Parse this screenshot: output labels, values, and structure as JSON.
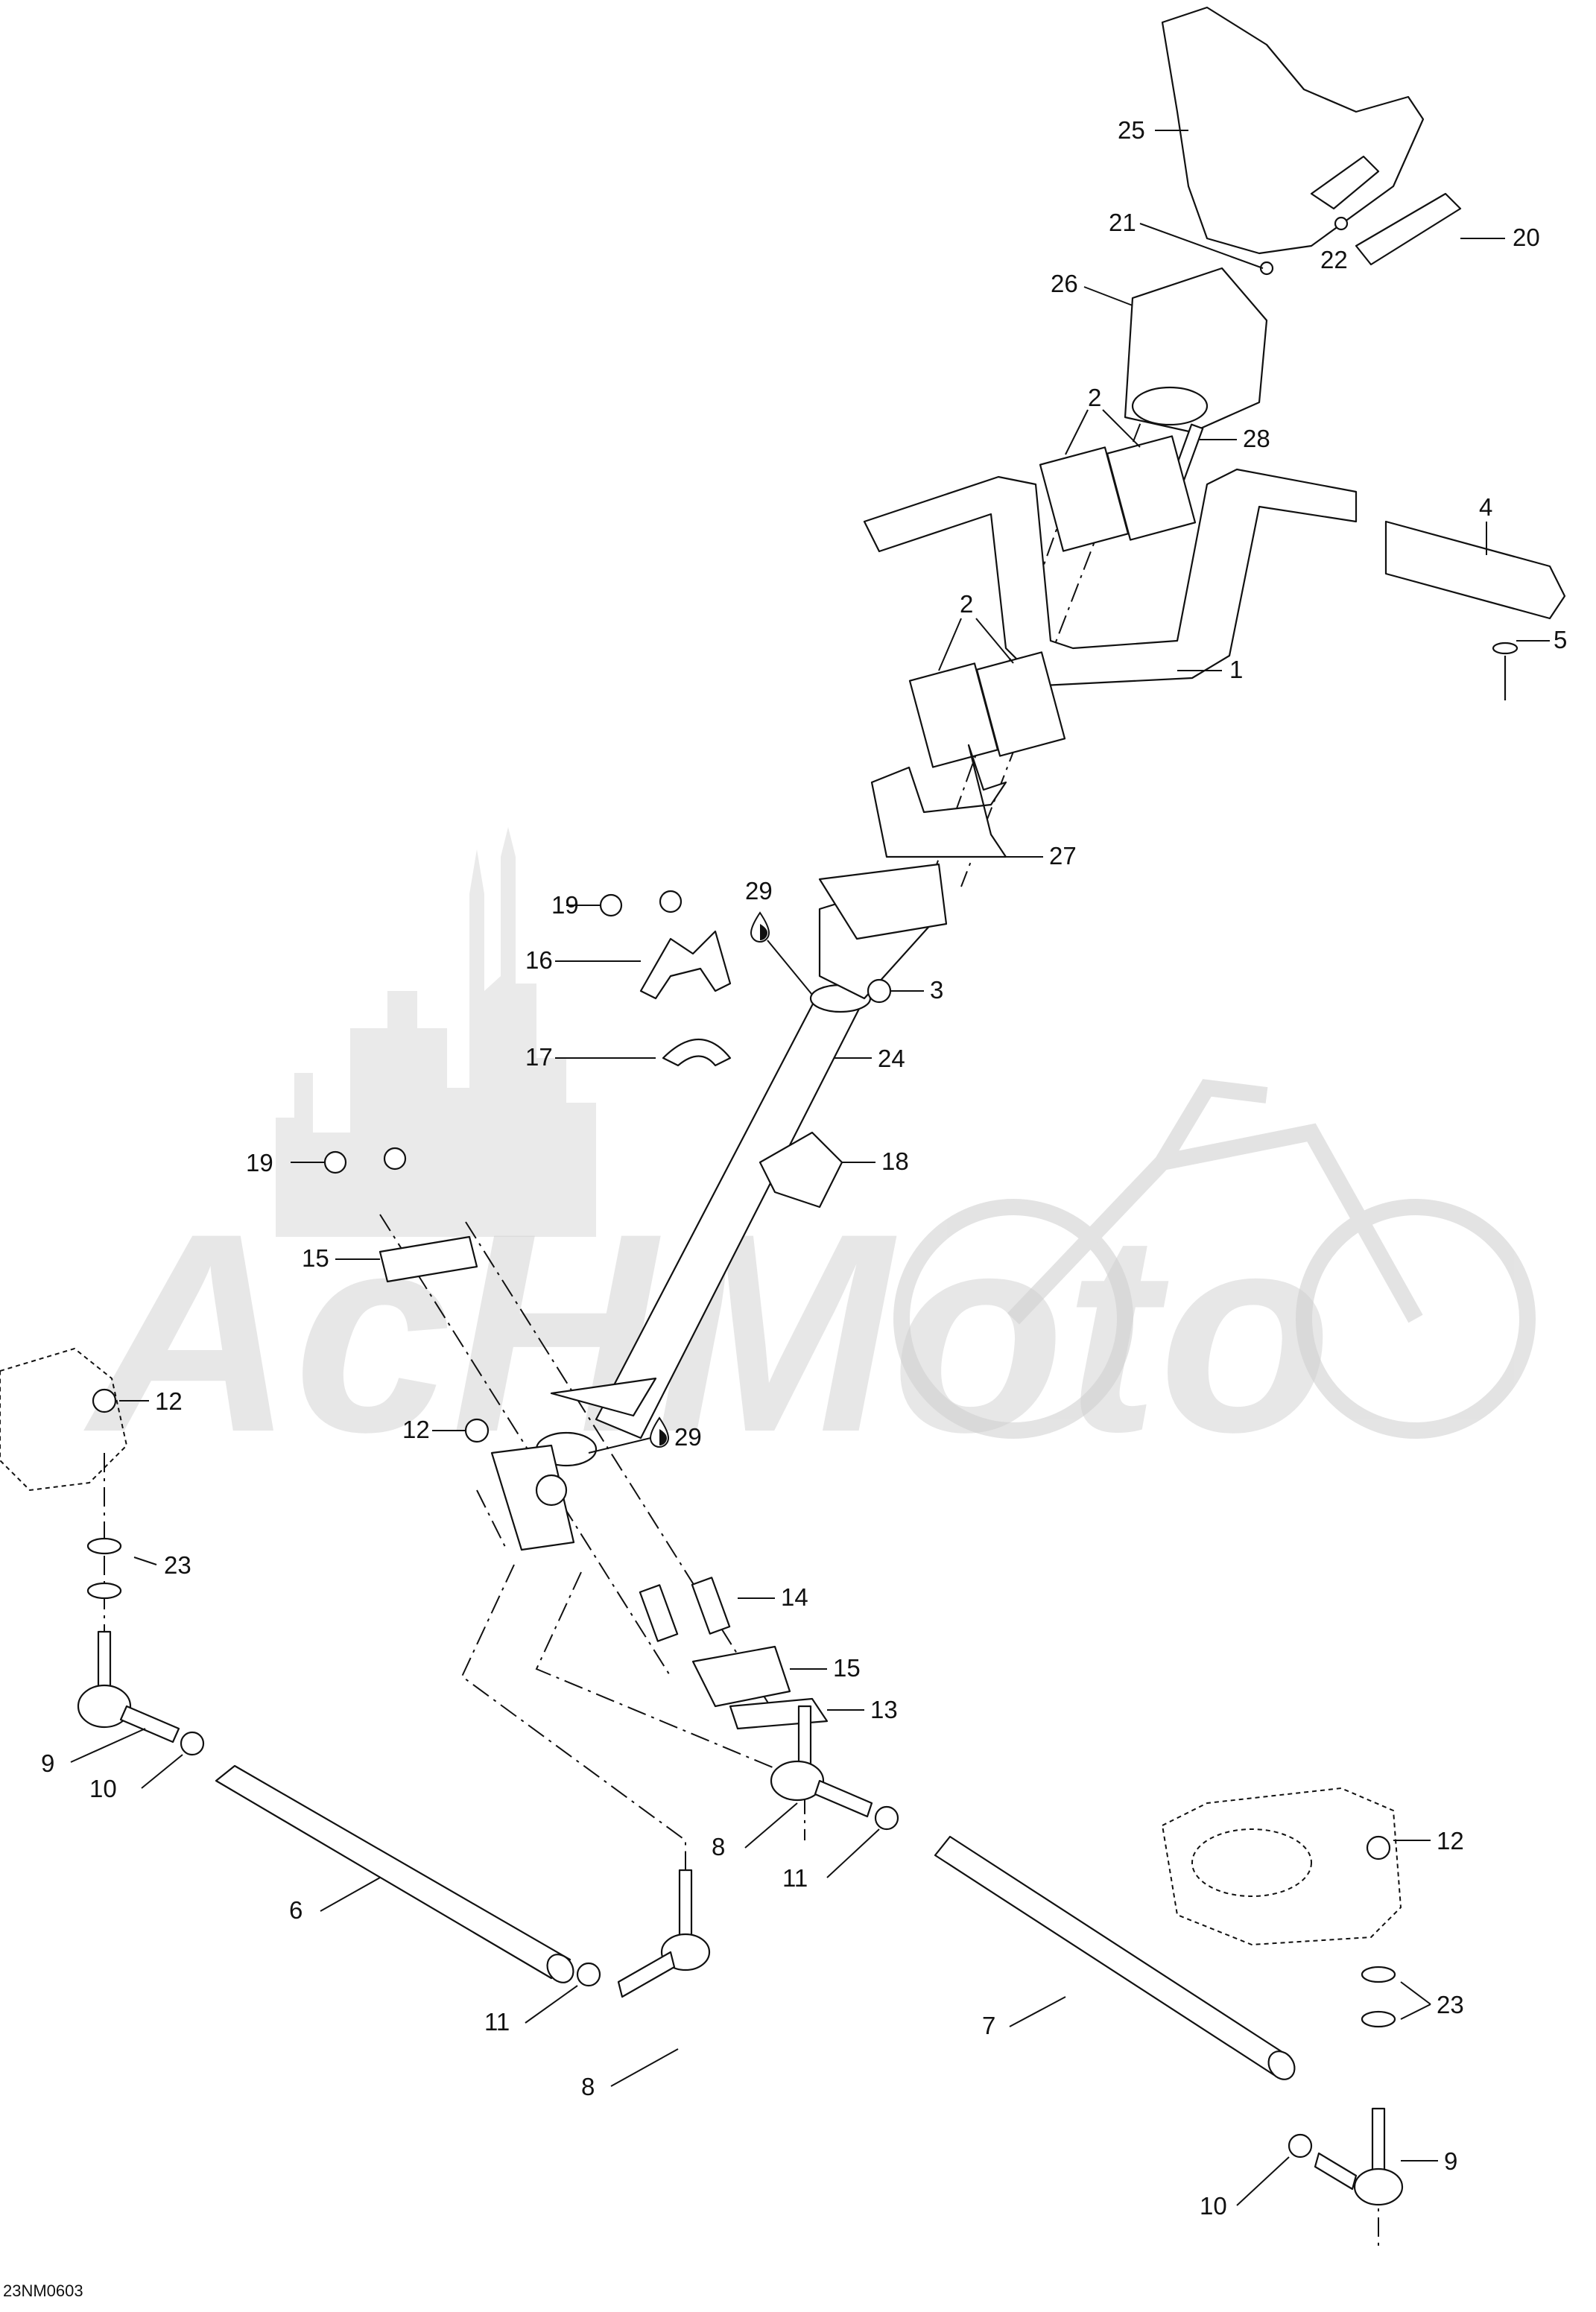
{
  "drawing_code": "23NM0603",
  "callouts": {
    "c1": "1",
    "c2a": "2",
    "c2b": "2",
    "c3": "3",
    "c4": "4",
    "c5": "5",
    "c6": "6",
    "c7": "7",
    "c8a": "8",
    "c8b": "8",
    "c9a": "9",
    "c9b": "9",
    "c10a": "10",
    "c10b": "10",
    "c11a": "11",
    "c11b": "11",
    "c12a": "12",
    "c12b": "12",
    "c12c": "12",
    "c13": "13",
    "c14": "14",
    "c15a": "15",
    "c15b": "15",
    "c16": "16",
    "c17": "17",
    "c18": "18",
    "c19a": "19",
    "c19b": "19",
    "c20": "20",
    "c21": "21",
    "c22": "22",
    "c23a": "23",
    "c23b": "23",
    "c24": "24",
    "c25": "25",
    "c26": "26",
    "c27": "27",
    "c28": "28",
    "c29a": "29",
    "c29b": "29"
  },
  "watermark_text": "AcHMoto",
  "icons": {
    "lubricant": "oil-drop-icon"
  }
}
